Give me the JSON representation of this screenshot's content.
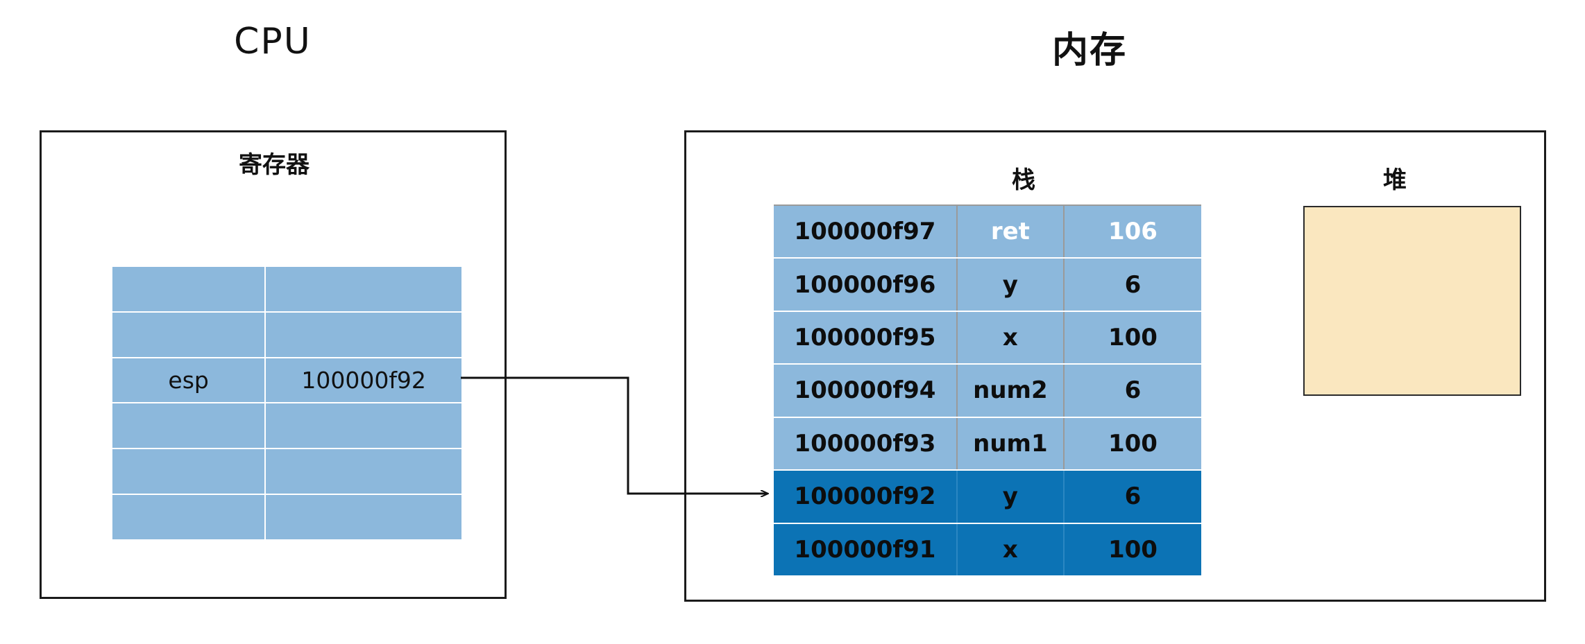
{
  "diagram": {
    "cpu": {
      "title": "CPU",
      "register_section_label": "寄存器",
      "registers": [
        {
          "name": "",
          "value": ""
        },
        {
          "name": "",
          "value": ""
        },
        {
          "name": "esp",
          "value": "100000f92"
        },
        {
          "name": "",
          "value": ""
        },
        {
          "name": "",
          "value": ""
        },
        {
          "name": "",
          "value": ""
        }
      ]
    },
    "memory": {
      "title": "内存",
      "stack_label": "栈",
      "heap_label": "堆",
      "stack_rows": [
        {
          "address": "100000f97",
          "name": "ret",
          "value": "106",
          "highlight": false,
          "white_text": true
        },
        {
          "address": "100000f96",
          "name": "y",
          "value": "6",
          "highlight": false,
          "white_text": false
        },
        {
          "address": "100000f95",
          "name": "x",
          "value": "100",
          "highlight": false,
          "white_text": false
        },
        {
          "address": "100000f94",
          "name": "num2",
          "value": "6",
          "highlight": false,
          "white_text": false
        },
        {
          "address": "100000f93",
          "name": "num1",
          "value": "100",
          "highlight": false,
          "white_text": false
        },
        {
          "address": "100000f92",
          "name": "y",
          "value": "6",
          "highlight": true,
          "white_text": false
        },
        {
          "address": "100000f91",
          "name": "x",
          "value": "100",
          "highlight": true,
          "white_text": false
        }
      ],
      "heap_contents": ""
    },
    "colors": {
      "stack_light": "#8CB8DC",
      "stack_highlight": "#0C73B5",
      "heap_fill": "#FAE7BF",
      "register_fill": "#8CB8DC",
      "stroke": "#1b1b1b"
    },
    "connector": {
      "from": "esp-register-value",
      "to": "stack-row-100000f92",
      "description": "arrow"
    }
  }
}
